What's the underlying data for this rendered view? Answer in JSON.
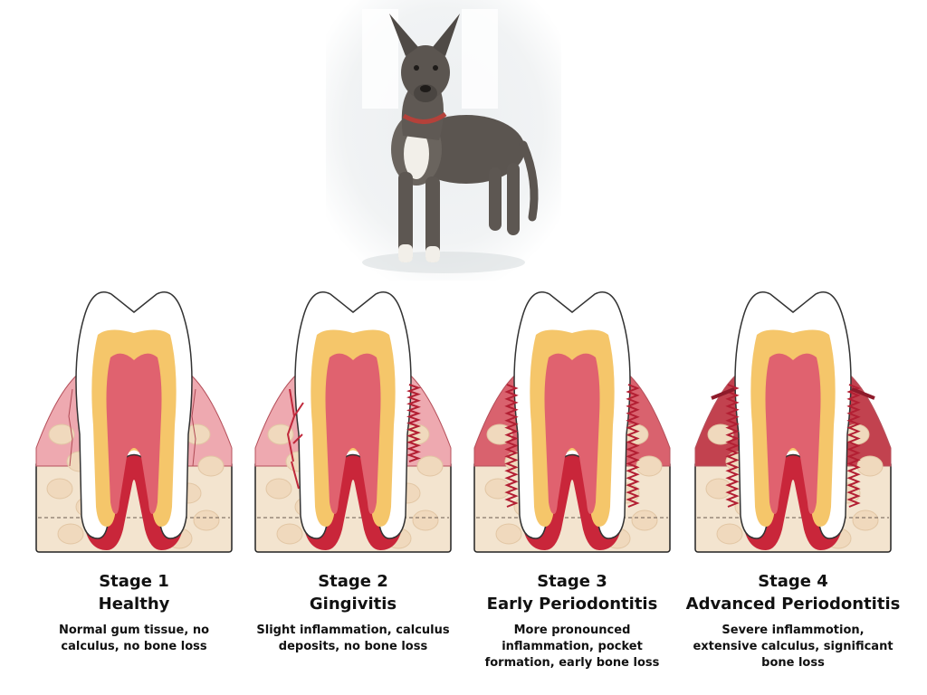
{
  "diagram": {
    "stages": [
      {
        "title": "Stage 1",
        "name": "Healthy",
        "description": "Normal gum tissue,  no calculus, no bone loss",
        "inflammation": 0
      },
      {
        "title": "Stage 2",
        "name": "Gingivitis",
        "description": "Slight inflammation, calculus deposits, no bone loss",
        "inflammation": 1
      },
      {
        "title": "Stage 3",
        "name": "Early Periodontitis",
        "description": "More pronounced inflammation, pocket formation, early bone loss",
        "inflammation": 2
      },
      {
        "title": "Stage 4",
        "name": "Advanced Periodontitis",
        "description": "Severe inflammotion, extensive calculus, significant bone loss",
        "inflammation": 3
      }
    ]
  },
  "colors": {
    "gum_healthy": "#eea9b0",
    "gum_inflamed": "#d9626e",
    "gum_severe": "#c2424f",
    "bone": "#f3e4cf",
    "dentin": "#f5c66a",
    "pulp": "#e0626f",
    "root_canal": "#c9263a",
    "enamel": "#ffffff"
  }
}
